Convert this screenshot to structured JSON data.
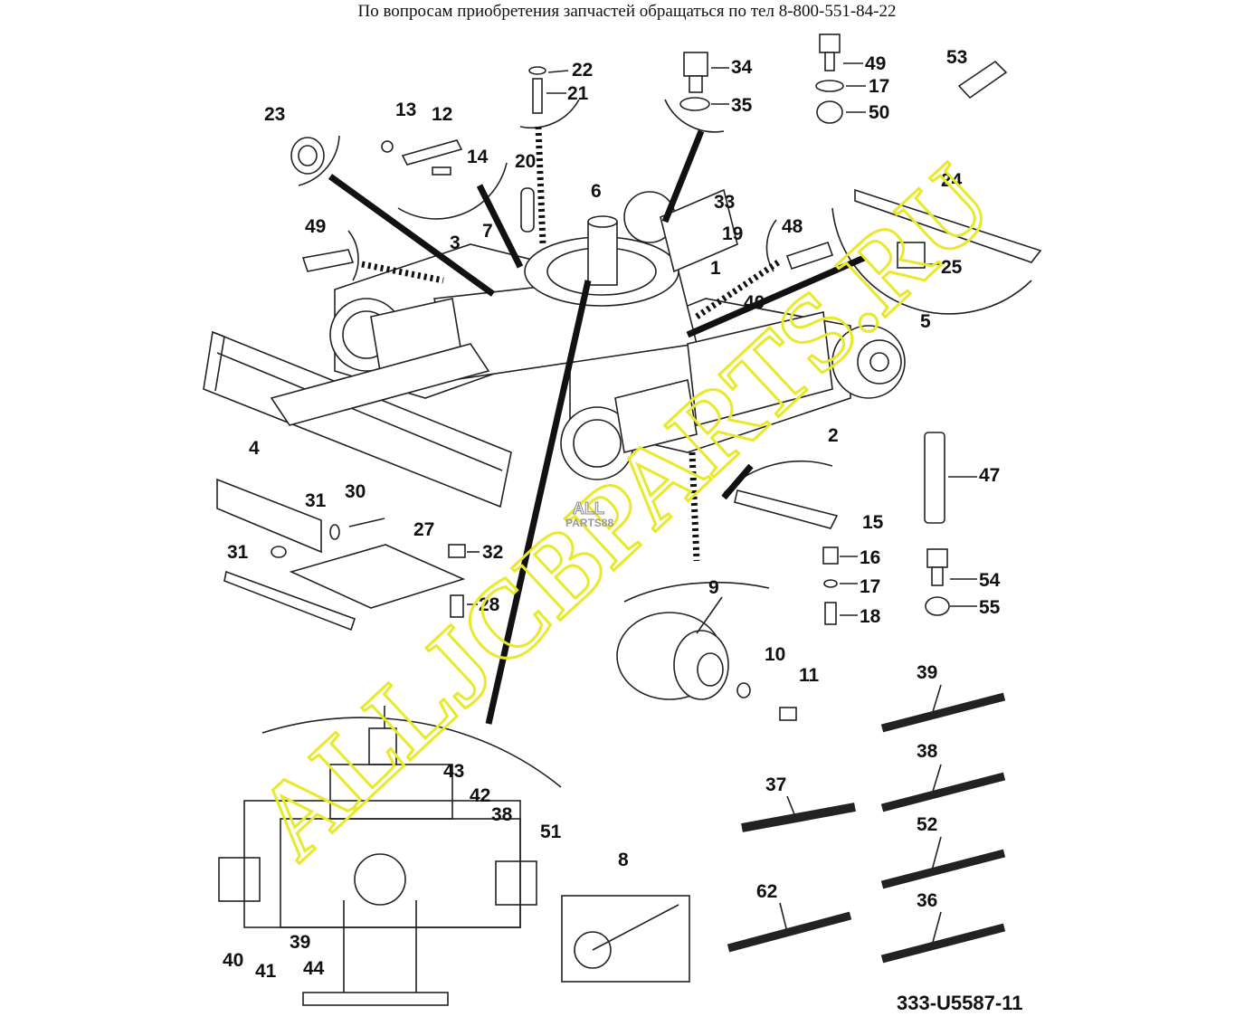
{
  "header": {
    "contact_text": "По вопросам приобретения запчастей обращаться по тел 8-800-551-84-22"
  },
  "diagram": {
    "code": "333-U5587-11",
    "logo_top": "ALL",
    "logo_bottom": "PARTS88"
  },
  "watermark": {
    "text": "ALLJCBPARTS.RU",
    "color": "#e9e92c"
  },
  "callouts": {
    "c1": "1",
    "c2": "2",
    "c3": "3",
    "c4": "4",
    "c5": "5",
    "c6": "6",
    "c7": "7",
    "c8": "8",
    "c9": "9",
    "c10": "10",
    "c11": "11",
    "c12": "12",
    "c13": "13",
    "c14": "14",
    "c15": "15",
    "c16": "16",
    "c17a": "17",
    "c17b": "17",
    "c18": "18",
    "c19": "19",
    "c20": "20",
    "c21": "21",
    "c22": "22",
    "c23": "23",
    "c24": "24",
    "c25": "25",
    "c27": "27",
    "c28": "28",
    "c30": "30",
    "c31a": "31",
    "c31b": "31",
    "c32": "32",
    "c33": "33",
    "c34": "34",
    "c35": "35",
    "c36": "36",
    "c37": "37",
    "c38a": "38",
    "c38b": "38",
    "c39a": "39",
    "c39b": "39",
    "c40a": "40",
    "c40b": "40",
    "c41": "41",
    "c42": "42",
    "c43": "43",
    "c44": "44",
    "c47": "47",
    "c48": "48",
    "c49a": "49",
    "c49b": "49",
    "c50": "50",
    "c51": "51",
    "c52": "52",
    "c53": "53",
    "c54": "54",
    "c55": "55",
    "c62": "62"
  }
}
